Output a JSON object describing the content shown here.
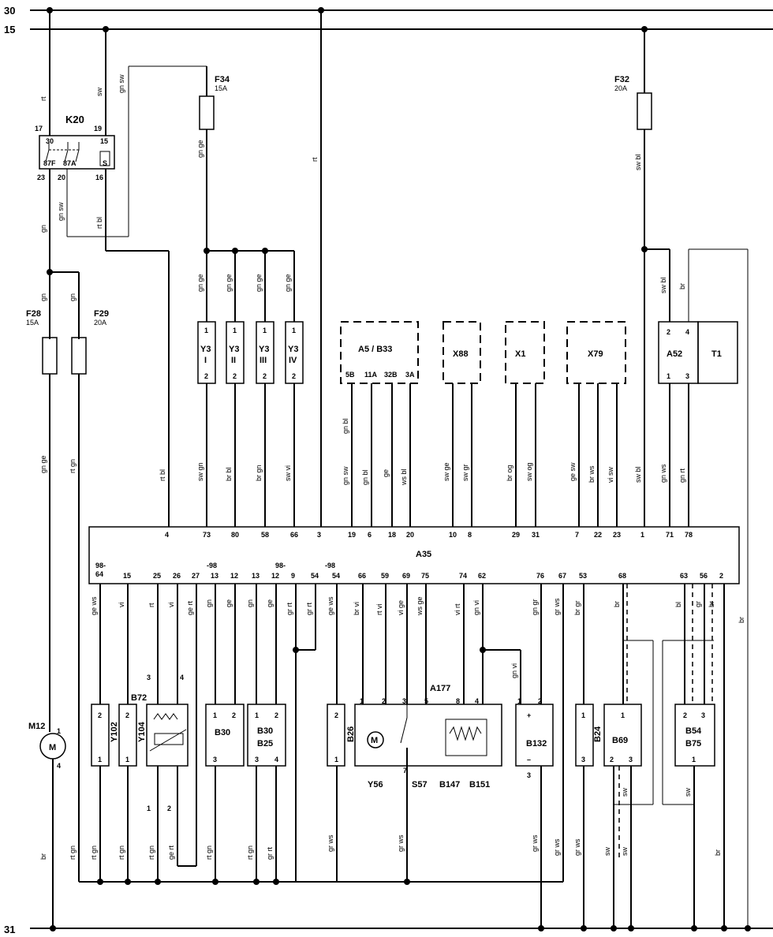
{
  "rails": {
    "r30": "30",
    "r15": "15",
    "r31": "31"
  },
  "relay_k20": {
    "name": "K20",
    "pins_top": [
      "17",
      "30",
      "15",
      "19"
    ],
    "pins_bottom": [
      "87F",
      "87A",
      "S"
    ],
    "ext_bottom": [
      "23",
      "20",
      "16"
    ]
  },
  "fuses": [
    {
      "id": "F34",
      "rating": "15A"
    },
    {
      "id": "F32",
      "rating": "20A"
    },
    {
      "id": "F28",
      "rating": "15A"
    },
    {
      "id": "F29",
      "rating": "20A"
    }
  ],
  "top_components": {
    "y3": [
      {
        "name": "Y3",
        "sub": "I"
      },
      {
        "name": "Y3",
        "sub": "II"
      },
      {
        "name": "Y3",
        "sub": "III"
      },
      {
        "name": "Y3",
        "sub": "IV"
      }
    ],
    "a5": {
      "name": "A5 / B33",
      "pins": [
        "5B",
        "11A",
        "32B",
        "3A"
      ]
    },
    "x88": "X88",
    "x1": "X1",
    "x79": "X79",
    "a52": "A52",
    "t1": "T1"
  },
  "ecu": {
    "name": "A35",
    "top_pins": [
      "4",
      "73",
      "80",
      "58",
      "66",
      "3",
      "19",
      "6",
      "18",
      "20",
      "10",
      "8",
      "29",
      "31",
      "7",
      "22",
      "23",
      "1",
      "71",
      "78"
    ],
    "bottom_pins": [
      "98-\n64",
      "15",
      "25",
      "26",
      "27",
      "13",
      "12",
      "13",
      "12",
      "9",
      "54",
      "54",
      "66",
      "59",
      "69",
      "75",
      "74",
      "62",
      "76",
      "67",
      "53",
      "68",
      "63",
      "56",
      "2"
    ],
    "bracket_labels": [
      "-98",
      "98-",
      "-98"
    ]
  },
  "bottom_components": {
    "m12": "M12",
    "y102": "Y102",
    "y104": "Y104",
    "b72": "B72",
    "b30": "B30",
    "b30b25": [
      "B30",
      "B25"
    ],
    "b26": "B26",
    "a177": "A177",
    "a177_labels": [
      "Y56",
      "S57",
      "B147",
      "B151"
    ],
    "b132": "B132",
    "b24": "B24",
    "b69": "B69",
    "b54b75": [
      "B54",
      "B75"
    ]
  },
  "wire_colors": {
    "rt": "rt",
    "sw": "sw",
    "gn_sw": "gn sw",
    "gn_ge": "gn ge",
    "gn": "gn",
    "sw_bl": "sw bl",
    "br": "br",
    "rt_bl": "rt bl",
    "rt_gn": "rt gn",
    "sw_gn": "sw gn",
    "br_bl": "br bl",
    "br_gn": "br gn",
    "sw_vi": "sw vi",
    "gn_bl": "gn bl",
    "ge": "ge",
    "ws_bl": "ws bl",
    "sw_ge": "sw ge",
    "sw_gr": "sw gr",
    "br_og": "br og",
    "sw_og": "sw og",
    "ge_sw": "ge sw",
    "br_ws": "br ws",
    "vi_sw": "vi sw",
    "gn_ws": "gn ws",
    "gn_rt": "gn rt",
    "ge_ws": "ge ws",
    "vi": "vi",
    "ge_rt": "ge rt",
    "gr_rt": "gr rt",
    "gr_ws": "gr ws",
    "br_vi": "br vi",
    "rt_vi": "rt vi",
    "vi_ge": "vi ge",
    "ws_ge": "ws ge",
    "vi_rt": "vi rt",
    "gn_vi": "gn vi",
    "gn_gr": "gn gr",
    "br_gr": "br gr",
    "bl": "bl",
    "gr": "gr"
  }
}
